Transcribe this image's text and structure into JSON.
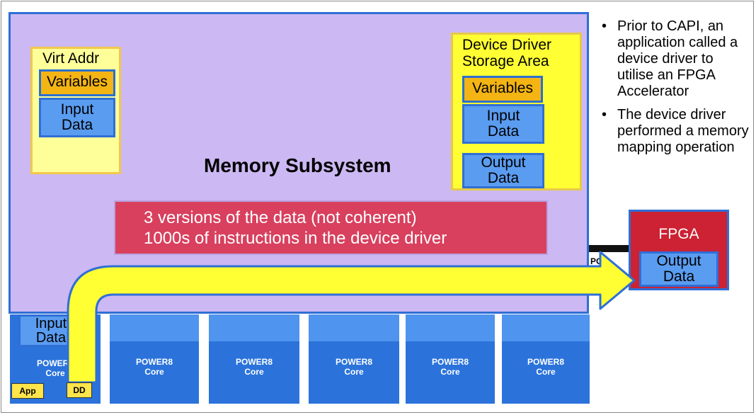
{
  "memory": {
    "title": "Memory Subsystem",
    "virt_addr": {
      "label": "Virt Addr",
      "variables": "Variables",
      "input_data": "Input\nData"
    },
    "device_driver": {
      "label": "Device Driver\nStorage Area",
      "variables": "Variables",
      "input_data": "Input\nData",
      "output_data": "Output\nData"
    },
    "note_line1": "3 versions of the data (not coherent)",
    "note_line2": "1000s of instructions in the device driver",
    "pc_label": "PC"
  },
  "cores": {
    "first": {
      "input_data": "Input\nData",
      "label": "POWER8\nCore",
      "app": "App",
      "dd": "DD"
    },
    "others": [
      "POWER8\nCore",
      "POWER8\nCore",
      "POWER8\nCore",
      "POWER8\nCore",
      "POWER8\nCore"
    ]
  },
  "fpga": {
    "label": "FPGA",
    "output_data": "Output\nData"
  },
  "bullets": [
    "Prior to CAPI, an application called a device driver to utilise an FPGA Accelerator",
    "The device driver performed a memory mapping operation"
  ],
  "colors": {
    "memory": "#ccb8f2",
    "border": "#2f6fd6",
    "core": "#2b73db",
    "arrow": "#ffff33",
    "note": "#d8405e",
    "fpga": "#cc2233"
  }
}
